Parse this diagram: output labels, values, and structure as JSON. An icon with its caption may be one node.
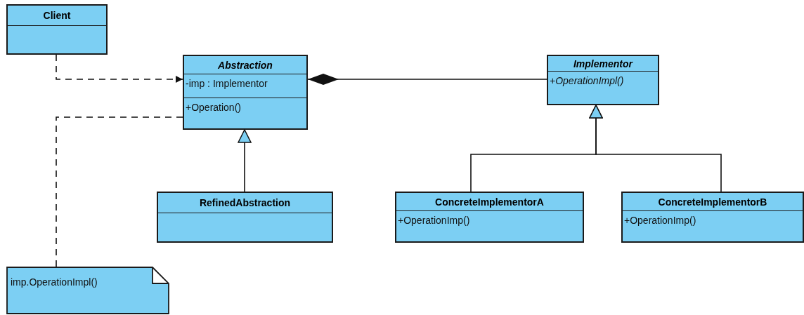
{
  "diagram": {
    "nodes": [
      {
        "text": [
          "Client"
        ]
      },
      {
        "text": [
          "Abstraction",
          "-imp : Implementor",
          "+Operation()"
        ]
      },
      {
        "text": [
          "Implementor",
          "+OperationImpl()"
        ]
      },
      {
        "text": [
          "RefinedAbstraction"
        ]
      },
      {
        "text": [
          "ConcreteImplementorA",
          "+OperationImp()"
        ]
      },
      {
        "text": [
          "ConcreteImplementorB",
          "+OperationImp()"
        ]
      },
      {
        "text": [
          "imp.OperationImpl()"
        ]
      }
    ],
    "edges": [
      {
        "from": 0,
        "to": 1,
        "arrow": "to",
        "style": "dashed"
      },
      {
        "from": 1,
        "to": 2,
        "arrow": "other"
      },
      {
        "from": 3,
        "to": 1,
        "arrow": "to"
      },
      {
        "from": 4,
        "to": 2,
        "arrow": "to"
      },
      {
        "from": 5,
        "to": 2,
        "arrow": "to"
      },
      {
        "from": 6,
        "to": 1,
        "arrow": "none",
        "style": "dashed"
      }
    ]
  }
}
